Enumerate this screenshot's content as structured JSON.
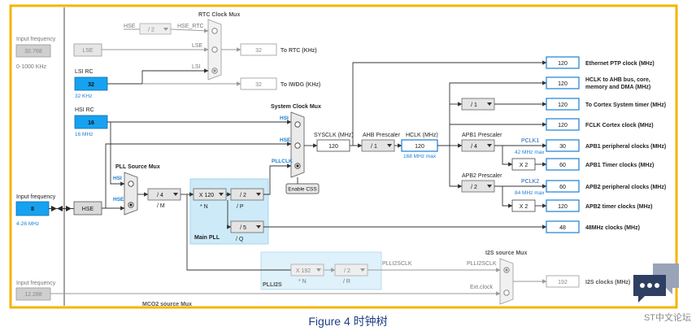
{
  "figure": {
    "caption": "Figure 4 时钟树",
    "watermark": "ST中文论坛"
  },
  "inputs": {
    "input_frequency_label": "Input frequency",
    "lse_freq": "32.768",
    "lse_range": "0-1000 KHz",
    "lse_label": "LSE",
    "lsi_rc_label": "LSI RC",
    "lsi_value": "32",
    "lsi_note": "32 KHz",
    "hsi_rc_label": "HSI RC",
    "hsi_value": "16",
    "hsi_note": "16 MHz",
    "hse_freq": "8",
    "hse_range": "4-26 MHz",
    "hse_label": "HSE",
    "i2s_ext_freq": "12.288"
  },
  "rtc": {
    "mux_title": "RTC Clock Mux",
    "hse_label": "HSE",
    "div": "/ 2",
    "hse_rtc_label": "HSE_RTC",
    "lse_label": "LSE",
    "lsi_label": "LSI",
    "rtc_value": "32",
    "rtc_label": "To RTC (KHz)",
    "iwdg_value": "32",
    "iwdg_label": "To IWDG (KHz)"
  },
  "sysclk": {
    "mux_title": "System Clock Mux",
    "hsi_label": "HSI",
    "hse_label": "HSE",
    "pllclk_label": "PLLCLK",
    "enable_css": "Enable CSS",
    "sysclk_label": "SYSCLK (MHz)",
    "sysclk_value": "120",
    "ahb_label": "AHB Prescaler",
    "ahb_div": "/ 1",
    "hclk_label": "HCLK (MHz)",
    "hclk_value": "120",
    "hclk_max": "168 MHz max"
  },
  "pll": {
    "source_mux_title": "PLL Source Mux",
    "hsi_label": "HSI",
    "hse_label": "HSE",
    "m_div": "/ 4",
    "m_label": "/ M",
    "n_mul": "X 120",
    "n_label": "* N",
    "p_div": "/ 2",
    "p_label": "/ P",
    "q_div": "/ 5",
    "q_label": "/ Q",
    "main_pll_label": "Main PLL"
  },
  "plli2s": {
    "n_mul": "X 192",
    "n_label": "* N",
    "r_div": "/ 2",
    "r_label": "/ R",
    "label": "PLLI2S",
    "plli2sclk_label": "PLLI2SCLK",
    "mux_title": "I2S source Mux",
    "mux_in1": "PLLI2SCLK",
    "mux_in2": "Ext.clock",
    "i2s_value": "192",
    "i2s_label": "I2S clocks (MHz)"
  },
  "mco2": {
    "label": "MCO2 source Mux"
  },
  "outputs": {
    "eth_value": "120",
    "eth_label": "Ethernet PTP clock (MHz)",
    "hclk_value": "120",
    "hclk_label_1": "HCLK to AHB bus, core,",
    "hclk_label_2": "memory and DMA (MHz)",
    "systimer_div": "/ 1",
    "systimer_value": "120",
    "systimer_label": "To Cortex System timer (MHz)",
    "fclk_value": "120",
    "fclk_label": "FCLK Cortex clock (MHz)",
    "apb1_prescaler_label": "APB1 Prescaler",
    "apb1_div": "/ 4",
    "pclk1_label": "PCLK1",
    "pclk1_max": "42 MHz max",
    "apb1_periph_value": "30",
    "apb1_periph_label": "APB1 peripheral clocks (MHz)",
    "apb1_timer_mul": "X 2",
    "apb1_timer_value": "60",
    "apb1_timer_label": "APB1 Timer clocks (MHz)",
    "apb2_prescaler_label": "APB2 Prescaler",
    "apb2_div": "/ 2",
    "pclk2_label": "PCLK2",
    "pclk2_max": "84 MHz max",
    "apb2_periph_value": "60",
    "apb2_periph_label": "APB2 peripheral clocks (MHz)",
    "apb2_timer_mul": "X 2",
    "apb2_timer_value": "120",
    "apb2_timer_label": "APB2 timer clocks (MHz)",
    "usb_value": "48",
    "usb_label": "48MHz clocks (MHz)"
  },
  "colors": {
    "frame": "#f5b400",
    "source_blue": "#16a2f0",
    "output_border": "#1a7fd4",
    "caption": "#1f3f86",
    "pll_panel": "#cdeaf8"
  }
}
